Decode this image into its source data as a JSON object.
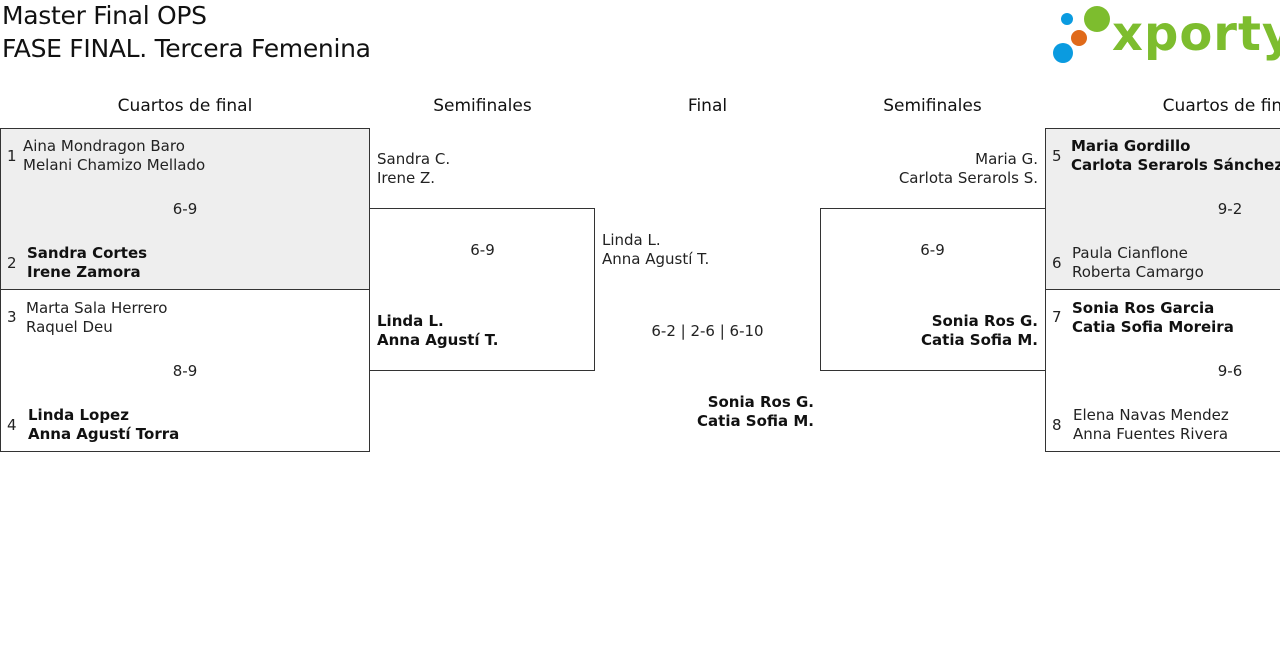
{
  "header": {
    "title": "Master Final OPS",
    "subtitle": "FASE FINAL. Tercera Femenina",
    "logo_text": "xporty",
    "logo_colors": {
      "blue": "#0a9be0",
      "orange": "#e06a1a",
      "green": "#7dbd2e"
    }
  },
  "rounds": {
    "left_quarters": "Cuartos de final",
    "left_semis": "Semifinales",
    "final": "Final",
    "right_semis": "Semifinales",
    "right_quarters": "Cuartos de final"
  },
  "quarters_left": {
    "m1": {
      "score": "6-9",
      "a": {
        "seed": "1",
        "p1": "Aina Mondragon Baro",
        "p2": "Melani Chamizo Mellado"
      },
      "b": {
        "seed": "2",
        "p1": "Sandra Cortes",
        "p2": "Irene Zamora"
      }
    },
    "m2": {
      "score": "8-9",
      "a": {
        "seed": "3",
        "p1": "Marta Sala Herrero",
        "p2": "Raquel Deu"
      },
      "b": {
        "seed": "4",
        "p1": "Linda Lopez",
        "p2": "Anna Agustí Torra"
      }
    }
  },
  "semi_left": {
    "score": "6-9",
    "a": {
      "p1": "Sandra C.",
      "p2": "Irene Z."
    },
    "b": {
      "p1": "Linda L.",
      "p2": "Anna Agustí T."
    }
  },
  "final": {
    "score": "6-2 | 2-6 | 6-10",
    "a": {
      "p1": "Linda L.",
      "p2": "Anna Agustí T."
    },
    "b": {
      "p1": "Sonia Ros G.",
      "p2": "Catia Sofia M."
    }
  },
  "semi_right": {
    "score": "6-9",
    "a": {
      "p1": "Maria G.",
      "p2": "Carlota Serarols S."
    },
    "b": {
      "p1": "Sonia Ros G.",
      "p2": "Catia Sofia M."
    }
  },
  "quarters_right": {
    "m3": {
      "score": "9-2",
      "a": {
        "seed": "5",
        "p1": "Maria Gordillo",
        "p2": "Carlota Serarols Sánchez"
      },
      "b": {
        "seed": "6",
        "p1": "Paula Cianflone",
        "p2": "Roberta Camargo"
      }
    },
    "m4": {
      "score": "9-6",
      "a": {
        "seed": "7",
        "p1": "Sonia Ros Garcia",
        "p2": "Catia Sofia Moreira"
      },
      "b": {
        "seed": "8",
        "p1": "Elena Navas Mendez",
        "p2": "Anna Fuentes Rivera"
      }
    }
  }
}
